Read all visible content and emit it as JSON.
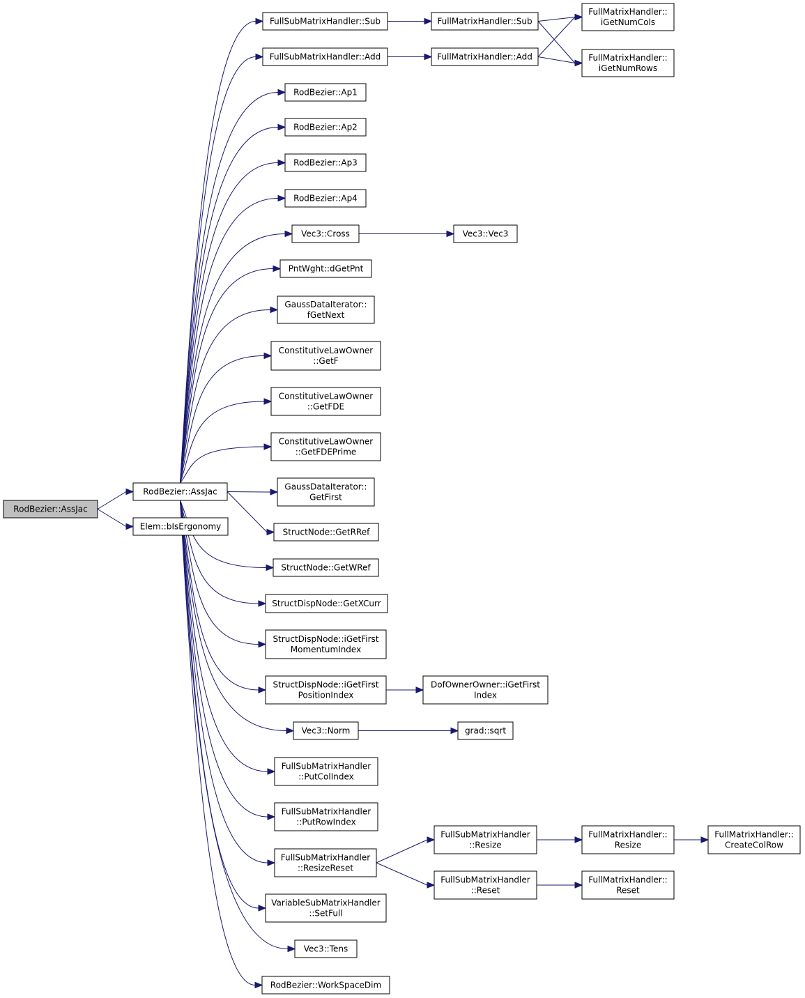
{
  "graph": {
    "arrow_color": "#191970",
    "root_fill": "#bfbfbf",
    "nodes": [
      {
        "id": "root",
        "lines": [
          "RodBezier::AssJac"
        ],
        "highlight": true
      },
      {
        "id": "assjac2",
        "lines": [
          "RodBezier::AssJac"
        ]
      },
      {
        "id": "bisergo",
        "lines": [
          "Elem::bIsErgonomy"
        ]
      },
      {
        "id": "fsmhsub",
        "lines": [
          "FullSubMatrixHandler::Sub"
        ]
      },
      {
        "id": "fsmhadd",
        "lines": [
          "FullSubMatrixHandler::Add"
        ]
      },
      {
        "id": "ap1",
        "lines": [
          "RodBezier::Ap1"
        ]
      },
      {
        "id": "ap2",
        "lines": [
          "RodBezier::Ap2"
        ]
      },
      {
        "id": "ap3",
        "lines": [
          "RodBezier::Ap3"
        ]
      },
      {
        "id": "ap4",
        "lines": [
          "RodBezier::Ap4"
        ]
      },
      {
        "id": "cross",
        "lines": [
          "Vec3::Cross"
        ]
      },
      {
        "id": "dgetpnt",
        "lines": [
          "PntWght::dGetPnt"
        ]
      },
      {
        "id": "fgetnext",
        "lines": [
          "GaussDataIterator::",
          "fGetNext"
        ]
      },
      {
        "id": "getf",
        "lines": [
          "ConstitutiveLawOwner",
          "::GetF"
        ]
      },
      {
        "id": "getfde",
        "lines": [
          "ConstitutiveLawOwner",
          "::GetFDE"
        ]
      },
      {
        "id": "getfdeprime",
        "lines": [
          "ConstitutiveLawOwner",
          "::GetFDEPrime"
        ]
      },
      {
        "id": "getfirst",
        "lines": [
          "GaussDataIterator::",
          "GetFirst"
        ]
      },
      {
        "id": "getrref",
        "lines": [
          "StructNode::GetRRef"
        ]
      },
      {
        "id": "getwref",
        "lines": [
          "StructNode::GetWRef"
        ]
      },
      {
        "id": "getxcurr",
        "lines": [
          "StructDispNode::GetXCurr"
        ]
      },
      {
        "id": "igfmomentum",
        "lines": [
          "StructDispNode::iGetFirst",
          "MomentumIndex"
        ]
      },
      {
        "id": "igfposition",
        "lines": [
          "StructDispNode::iGetFirst",
          "PositionIndex"
        ]
      },
      {
        "id": "norm",
        "lines": [
          "Vec3::Norm"
        ]
      },
      {
        "id": "putcolindex",
        "lines": [
          "FullSubMatrixHandler",
          "::PutColIndex"
        ]
      },
      {
        "id": "putrowindex",
        "lines": [
          "FullSubMatrixHandler",
          "::PutRowIndex"
        ]
      },
      {
        "id": "resizereset",
        "lines": [
          "FullSubMatrixHandler",
          "::ResizeReset"
        ]
      },
      {
        "id": "setfull",
        "lines": [
          "VariableSubMatrixHandler",
          "::SetFull"
        ]
      },
      {
        "id": "tens",
        "lines": [
          "Vec3::Tens"
        ]
      },
      {
        "id": "workspacedim",
        "lines": [
          "RodBezier::WorkSpaceDim"
        ]
      },
      {
        "id": "fmhsub",
        "lines": [
          "FullMatrixHandler::Sub"
        ]
      },
      {
        "id": "fmhadd",
        "lines": [
          "FullMatrixHandler::Add"
        ]
      },
      {
        "id": "vec3ctor",
        "lines": [
          "Vec3::Vec3"
        ]
      },
      {
        "id": "dofindex",
        "lines": [
          "DofOwnerOwner::iGetFirst",
          "Index"
        ]
      },
      {
        "id": "sqrt",
        "lines": [
          "grad::sqrt"
        ]
      },
      {
        "id": "fsmhresize",
        "lines": [
          "FullSubMatrixHandler",
          "::Resize"
        ]
      },
      {
        "id": "fsmhreset",
        "lines": [
          "FullSubMatrixHandler",
          "::Reset"
        ]
      },
      {
        "id": "igetnumcols",
        "lines": [
          "FullMatrixHandler::",
          "iGetNumCols"
        ]
      },
      {
        "id": "igetnumrows",
        "lines": [
          "FullMatrixHandler::",
          "iGetNumRows"
        ]
      },
      {
        "id": "fmhresize",
        "lines": [
          "FullMatrixHandler::",
          "Resize"
        ]
      },
      {
        "id": "fmhreset",
        "lines": [
          "FullMatrixHandler::",
          "Reset"
        ]
      },
      {
        "id": "createcolrow",
        "lines": [
          "FullMatrixHandler::",
          "CreateColRow"
        ]
      }
    ],
    "edges": [
      [
        "root",
        "assjac2"
      ],
      [
        "root",
        "bisergo"
      ],
      [
        "assjac2",
        "fsmhsub"
      ],
      [
        "assjac2",
        "fsmhadd"
      ],
      [
        "assjac2",
        "ap1"
      ],
      [
        "assjac2",
        "ap2"
      ],
      [
        "assjac2",
        "ap3"
      ],
      [
        "assjac2",
        "ap4"
      ],
      [
        "assjac2",
        "cross"
      ],
      [
        "assjac2",
        "dgetpnt"
      ],
      [
        "assjac2",
        "fgetnext"
      ],
      [
        "assjac2",
        "getf"
      ],
      [
        "assjac2",
        "getfde"
      ],
      [
        "assjac2",
        "getfdeprime"
      ],
      [
        "assjac2",
        "getfirst"
      ],
      [
        "assjac2",
        "getrref"
      ],
      [
        "assjac2",
        "getwref"
      ],
      [
        "assjac2",
        "getxcurr"
      ],
      [
        "assjac2",
        "igfmomentum"
      ],
      [
        "assjac2",
        "igfposition"
      ],
      [
        "assjac2",
        "norm"
      ],
      [
        "assjac2",
        "putcolindex"
      ],
      [
        "assjac2",
        "putrowindex"
      ],
      [
        "assjac2",
        "resizereset"
      ],
      [
        "assjac2",
        "setfull"
      ],
      [
        "assjac2",
        "tens"
      ],
      [
        "assjac2",
        "workspacedim"
      ],
      [
        "fsmhsub",
        "fmhsub"
      ],
      [
        "fsmhadd",
        "fmhadd"
      ],
      [
        "fmhsub",
        "igetnumcols"
      ],
      [
        "fmhsub",
        "igetnumrows"
      ],
      [
        "fmhadd",
        "igetnumcols"
      ],
      [
        "fmhadd",
        "igetnumrows"
      ],
      [
        "cross",
        "vec3ctor"
      ],
      [
        "igfposition",
        "dofindex"
      ],
      [
        "norm",
        "sqrt"
      ],
      [
        "resizereset",
        "fsmhresize"
      ],
      [
        "resizereset",
        "fsmhreset"
      ],
      [
        "fsmhresize",
        "fmhresize"
      ],
      [
        "fmhresize",
        "createcolrow"
      ],
      [
        "fsmhreset",
        "fmhreset"
      ]
    ]
  }
}
